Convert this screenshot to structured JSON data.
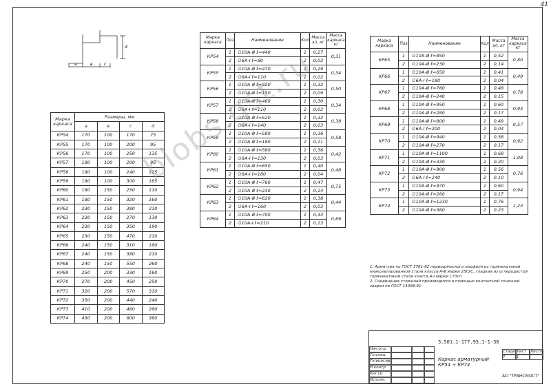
{
  "page_number": "41",
  "diagram_labels": {
    "a": "a",
    "b": "в",
    "c": "с",
    "d": "d"
  },
  "dims": {
    "headers": {
      "brand": "Марка каркаса",
      "sizes": "Размеры, мм"
    },
    "cols": [
      "a",
      "в",
      "с",
      "d"
    ],
    "rows": [
      [
        "КР54",
        "170",
        "100",
        "170",
        "75"
      ],
      [
        "КР55",
        "170",
        "100",
        "200",
        "95"
      ],
      [
        "КР56",
        "170",
        "100",
        "250",
        "135"
      ],
      [
        "КР57",
        "180",
        "100",
        "200",
        "95"
      ],
      [
        "КР58",
        "180",
        "100",
        "240",
        "125"
      ],
      [
        "КР59",
        "180",
        "100",
        "300",
        "165"
      ],
      [
        "КР60",
        "180",
        "150",
        "250",
        "110"
      ],
      [
        "КР61",
        "180",
        "150",
        "320",
        "160"
      ],
      [
        "КР62",
        "230",
        "150",
        "380",
        "210"
      ],
      [
        "КР63",
        "230",
        "150",
        "270",
        "130"
      ],
      [
        "КР64",
        "230",
        "150",
        "350",
        "190"
      ],
      [
        "КР65",
        "230",
        "150",
        "470",
        "210"
      ],
      [
        "КР66",
        "240",
        "150",
        "310",
        "160"
      ],
      [
        "КР67",
        "240",
        "150",
        "380",
        "210"
      ],
      [
        "КР68",
        "240",
        "150",
        "550",
        "260"
      ],
      [
        "КР69",
        "250",
        "200",
        "330",
        "160"
      ],
      [
        "КР70",
        "270",
        "200",
        "450",
        "250"
      ],
      [
        "КР71",
        "320",
        "200",
        "570",
        "310"
      ],
      [
        "КР72",
        "350",
        "200",
        "440",
        "240"
      ],
      [
        "КР73",
        "410",
        "200",
        "460",
        "260"
      ],
      [
        "КР74",
        "430",
        "200",
        "600",
        "360"
      ]
    ]
  },
  "spec_headers": {
    "brand": "Марка каркаса",
    "pos": "Поз",
    "name": "Наименование",
    "qty": "Кол",
    "mass_el": "Масса эл, кг",
    "mass_frame": "Масса каркаса кг"
  },
  "spec_mid": [
    {
      "brand": "КР54",
      "rows": [
        [
          "1",
          "∅10А-Ⅲ ℓ=440",
          "1",
          "0,27"
        ],
        [
          "2",
          "∅6А-Ⅰ ℓ=80",
          "2",
          "0,02"
        ]
      ],
      "mass": "0,31"
    },
    {
      "brand": "КР55",
      "rows": [
        [
          "1",
          "∅10А-Ⅲ ℓ=470",
          "1",
          "0,29"
        ],
        [
          "2",
          "∅6А-Ⅰ ℓ=110",
          "2",
          "0,02"
        ]
      ],
      "mass": "0,34"
    },
    {
      "brand": "КР56",
      "rows": [
        [
          "1",
          "∅10А-Ⅲ ℓ=520",
          "1",
          "0,32"
        ],
        [
          "2",
          "∅10А-Ⅲ ℓ=150",
          "2",
          "0,09"
        ]
      ],
      "mass": "0,50"
    },
    {
      "brand": "КР57",
      "rows": [
        [
          "1",
          "∅10А-Ⅲ ℓ=480",
          "1",
          "0,30"
        ],
        [
          "2",
          "∅6А-Ⅰ ℓ=110",
          "2",
          "0,02"
        ]
      ],
      "mass": "0,34"
    },
    {
      "brand": "КР58",
      "rows": [
        [
          "1",
          "∅10А-Ⅲ ℓ=520",
          "1",
          "0,32"
        ],
        [
          "2",
          "∅6А-Ⅰ ℓ=140",
          "2",
          "0,03"
        ]
      ],
      "mass": "0,38"
    },
    {
      "brand": "КР59",
      "rows": [
        [
          "1",
          "∅10А-Ⅲ ℓ=580",
          "1",
          "0,36"
        ],
        [
          "2",
          "∅10А-Ⅲ ℓ=180",
          "2",
          "0,11"
        ]
      ],
      "mass": "0,58"
    },
    {
      "brand": "КР60",
      "rows": [
        [
          "1",
          "∅10А-Ⅲ ℓ=580",
          "1",
          "0,36"
        ],
        [
          "2",
          "∅6А-Ⅰ ℓ=130",
          "2",
          "0,03"
        ]
      ],
      "mass": "0,42"
    },
    {
      "brand": "КР61",
      "rows": [
        [
          "1",
          "∅10А-Ⅲ ℓ=650",
          "1",
          "0,40"
        ],
        [
          "2",
          "∅6А-Ⅰ ℓ=180",
          "2",
          "0,04"
        ]
      ],
      "mass": "0,48"
    },
    {
      "brand": "КР62",
      "rows": [
        [
          "1",
          "∅10А-Ⅲ ℓ=760",
          "1",
          "0,47"
        ],
        [
          "2",
          "∅10А-Ⅲ ℓ=230",
          "2",
          "0,14"
        ]
      ],
      "mass": "0,75"
    },
    {
      "brand": "КР63",
      "rows": [
        [
          "1",
          "∅10А-Ⅲ ℓ=620",
          "1",
          "0,38"
        ],
        [
          "2",
          "∅6А-Ⅰ ℓ=160",
          "2",
          "0,03"
        ]
      ],
      "mass": "0,44"
    },
    {
      "brand": "КР64",
      "rows": [
        [
          "1",
          "∅10А-Ⅲ ℓ=700",
          "1",
          "0,43"
        ],
        [
          "2",
          "∅10А-Ⅰ ℓ=210",
          "2",
          "0,13"
        ]
      ],
      "mass": "0,69"
    }
  ],
  "spec_right": [
    {
      "brand": "КР65",
      "rows": [
        [
          "1",
          "∅10А-Ⅲ ℓ=850",
          "1",
          "0,52"
        ],
        [
          "2",
          "∅10А-Ⅲ ℓ=230",
          "2",
          "0,14"
        ]
      ],
      "mass": "0,80"
    },
    {
      "brand": "КР66",
      "rows": [
        [
          "1",
          "∅10А-Ⅲ ℓ=650",
          "1",
          "0,41"
        ],
        [
          "2",
          "∅6А-Ⅰ ℓ=180",
          "2",
          "0,04"
        ]
      ],
      "mass": "0,49"
    },
    {
      "brand": "КР67",
      "rows": [
        [
          "1",
          "∅10А-Ⅲ ℓ=780",
          "1",
          "0,48"
        ],
        [
          "2",
          "∅10А-Ⅲ ℓ=240",
          "2",
          "0,15"
        ]
      ],
      "mass": "0,78"
    },
    {
      "brand": "КР68",
      "rows": [
        [
          "1",
          "∅10А-Ⅲ ℓ=950",
          "1",
          "0,60"
        ],
        [
          "2",
          "∅10А-Ⅲ ℓ=280",
          "2",
          "0,17"
        ]
      ],
      "mass": "0,94"
    },
    {
      "brand": "КР69",
      "rows": [
        [
          "1",
          "∅10А-Ⅲ ℓ=800",
          "1",
          "0,49"
        ],
        [
          "2",
          "∅6А-Ⅰ ℓ=200",
          "2",
          "0,04"
        ]
      ],
      "mass": "0,57"
    },
    {
      "brand": "КР70",
      "rows": [
        [
          "1",
          "∅10А-Ⅲ ℓ=940",
          "1",
          "0,58"
        ],
        [
          "2",
          "∅10А-Ⅲ ℓ=270",
          "2",
          "0,17"
        ]
      ],
      "mass": "0,92"
    },
    {
      "brand": "КР71",
      "rows": [
        [
          "1",
          "∅10А-Ⅲ ℓ=1100",
          "1",
          "0,68"
        ],
        [
          "2",
          "∅10А-Ⅲ ℓ=330",
          "2",
          "0,20"
        ]
      ],
      "mass": "1,08"
    },
    {
      "brand": "КР72",
      "rows": [
        [
          "1",
          "∅10А-Ⅲ ℓ=900",
          "1",
          "0,56"
        ],
        [
          "2",
          "∅6А-Ⅰ ℓ=240",
          "2",
          "0,10"
        ]
      ],
      "mass": "0,76"
    },
    {
      "brand": "КР73",
      "rows": [
        [
          "1",
          "∅10А-Ⅲ ℓ=970",
          "1",
          "0,60"
        ],
        [
          "2",
          "∅10А-Ⅲ ℓ=280",
          "2",
          "0,17"
        ]
      ],
      "mass": "0,94"
    },
    {
      "brand": "КР74",
      "rows": [
        [
          "1",
          "∅10А-Ⅲ ℓ=1230",
          "1",
          "0,76"
        ],
        [
          "2",
          "∅10А-Ⅲ ℓ=380",
          "2",
          "0,23"
        ]
      ],
      "mass": "1,23"
    }
  ],
  "notes": [
    "1. Арматура по ГОСТ 5781-82 периодического профиля из горячекатаной низколегированной стали класса А-Ⅲ марки 25Г2С, гладкая из углеродистой горячекатаной стали класса А-Ⅰ марки Ст3сп.",
    "2. Соединение стержней производится в помощью контактной точечной сварки по ГОСТ 14098-91."
  ],
  "title_block": {
    "code": "3.501.1-177.93.1-1-38",
    "title_line1": "Каркас арматурный",
    "title_line2": "КР54 ÷ КР74",
    "stage_label": "Стадия",
    "sheet_label": "Лист",
    "sheets_label": "Листов",
    "stage": "Р",
    "sheet": "1",
    "org": "АО \"ТРАНСМОСТ\"",
    "rows": [
      "Нач.отд.",
      "Гл.спец.",
      "Гл.инж.пр.",
      "Н.контр.",
      "Рук.гр.",
      "Исполн."
    ]
  },
  "watermark": "blobs.gst.ru"
}
